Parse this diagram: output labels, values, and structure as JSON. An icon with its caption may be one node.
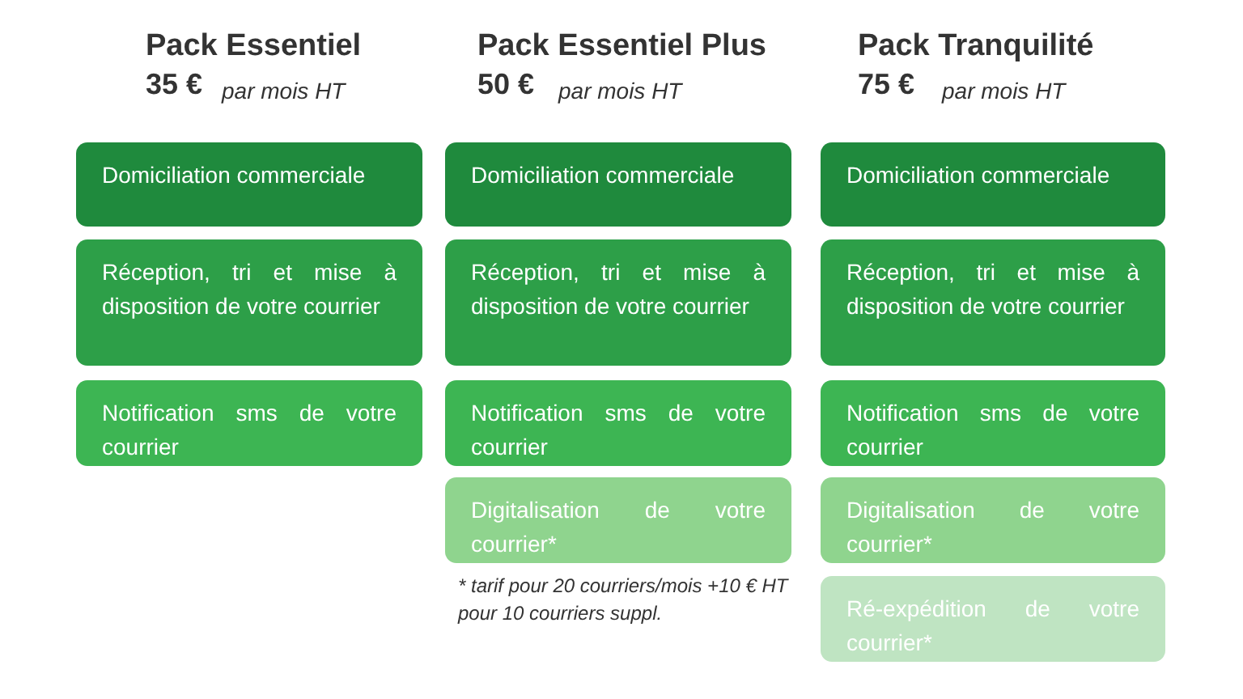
{
  "diagram": {
    "nodes": [
      {
        "text": [
          "Domiciliation commerciale"
        ]
      },
      {
        "text": [
          "Réception, tri et mise à disposition de votre courrier"
        ]
      },
      {
        "text": [
          "Notification sms de votre courrier"
        ]
      },
      {
        "text": [
          "Domiciliation commerciale"
        ]
      },
      {
        "text": [
          "Réception, tri et mise à disposition de votre courrier"
        ]
      },
      {
        "text": [
          "Notification sms de votre courrier"
        ]
      },
      {
        "text": [
          "Digitalisation de votre courrier*"
        ]
      },
      {
        "text": [
          "Domiciliation commerciale"
        ]
      },
      {
        "text": [
          "Réception, tri et mise à disposition de votre courrier"
        ]
      },
      {
        "text": [
          "Notification sms de votre courrier"
        ]
      },
      {
        "text": [
          "Digitalisation de votre courrier*"
        ]
      },
      {
        "text": [
          "Ré-expédition de votre courrier*"
        ]
      }
    ],
    "edges": [],
    "labels": [
      "Pack Essentiel",
      "35 €",
      "par mois HT",
      "Pack Essentiel Plus",
      "50 €",
      "par mois HT",
      "Pack Tranquilité",
      "75 €",
      "par mois HT",
      "* tarif pour 20 courriers/mois +10 € HT pour 10 courriers suppl."
    ]
  }
}
